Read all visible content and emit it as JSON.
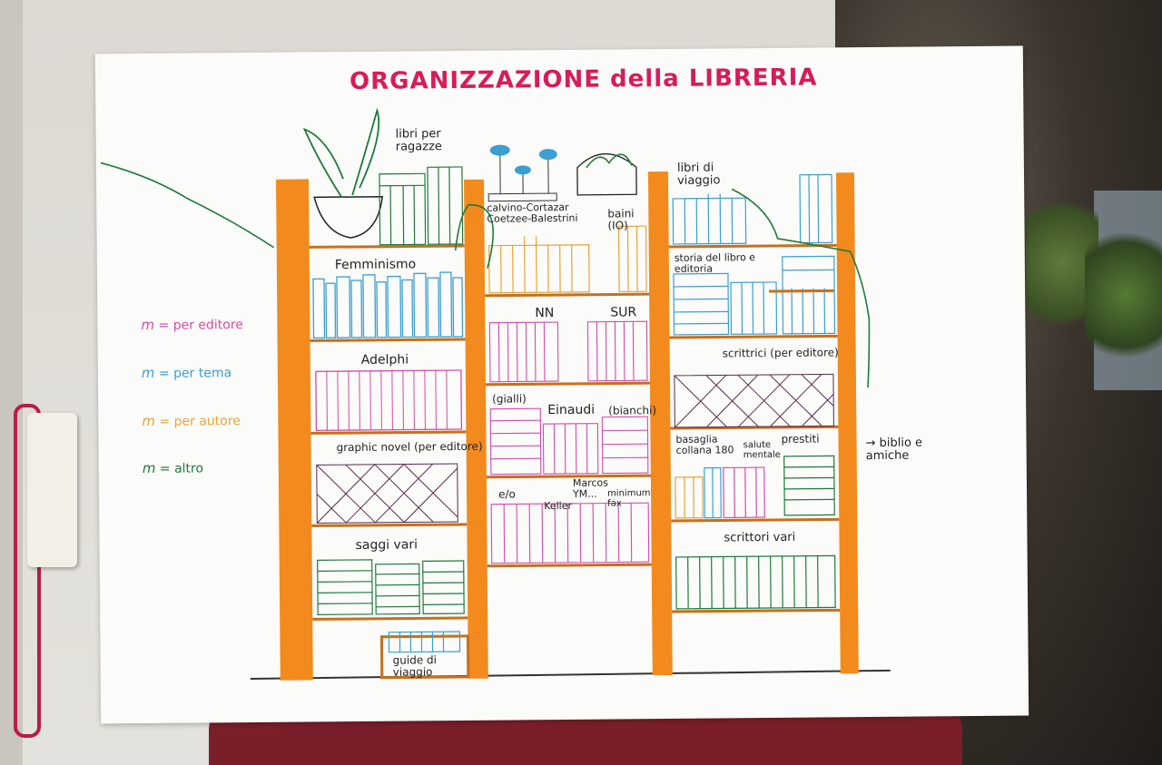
{
  "title": "ORGANIZZAZIONE della LIBRERIA",
  "legend": [
    {
      "symbol": "m",
      "text": "= per editore",
      "color": "#d64aa8"
    },
    {
      "symbol": "m",
      "text": "= per tema",
      "color": "#3b9fd1"
    },
    {
      "symbol": "m",
      "text": "= per autore",
      "color": "#e8a23a"
    },
    {
      "symbol": "m",
      "text": "= altro",
      "color": "#1f7a3a"
    }
  ],
  "top": {
    "ragazze": "libri per ragazze",
    "calvino": "calvino-Cortazar Coetzee-Balestrini",
    "baini": "baini (IO)",
    "viaggio": "libri di viaggio"
  },
  "left_column": {
    "s1": "Femminismo",
    "s2": "Adelphi",
    "s3": "graphic novel (per editore)",
    "s4": "saggi vari",
    "s5": "guide di viaggio"
  },
  "middle_column": {
    "nn": "NN",
    "sur": "SUR",
    "gialli": "(gialli)",
    "einaudi": "Einaudi",
    "bianchi": "(bianchi)",
    "eo": "e/o",
    "marcos": "Marcos YM...",
    "keller": "Keller",
    "minimum": "minimum fax"
  },
  "right_column": {
    "storia": "storia del libro e editoria",
    "scrittrici": "scrittrici (per editore)",
    "basaglia": "basaglia collana 180",
    "salute": "salute mentale",
    "prestiti": "prestiti",
    "biblio": "→ biblio e amiche",
    "scrittori": "scrittori vari"
  },
  "colors": {
    "shelf": "#f28a1e",
    "pink": "#d64aa8",
    "blue": "#3b9fd1",
    "orange": "#e8a23a",
    "green": "#1f7a3a",
    "title": "#d81b5a"
  }
}
